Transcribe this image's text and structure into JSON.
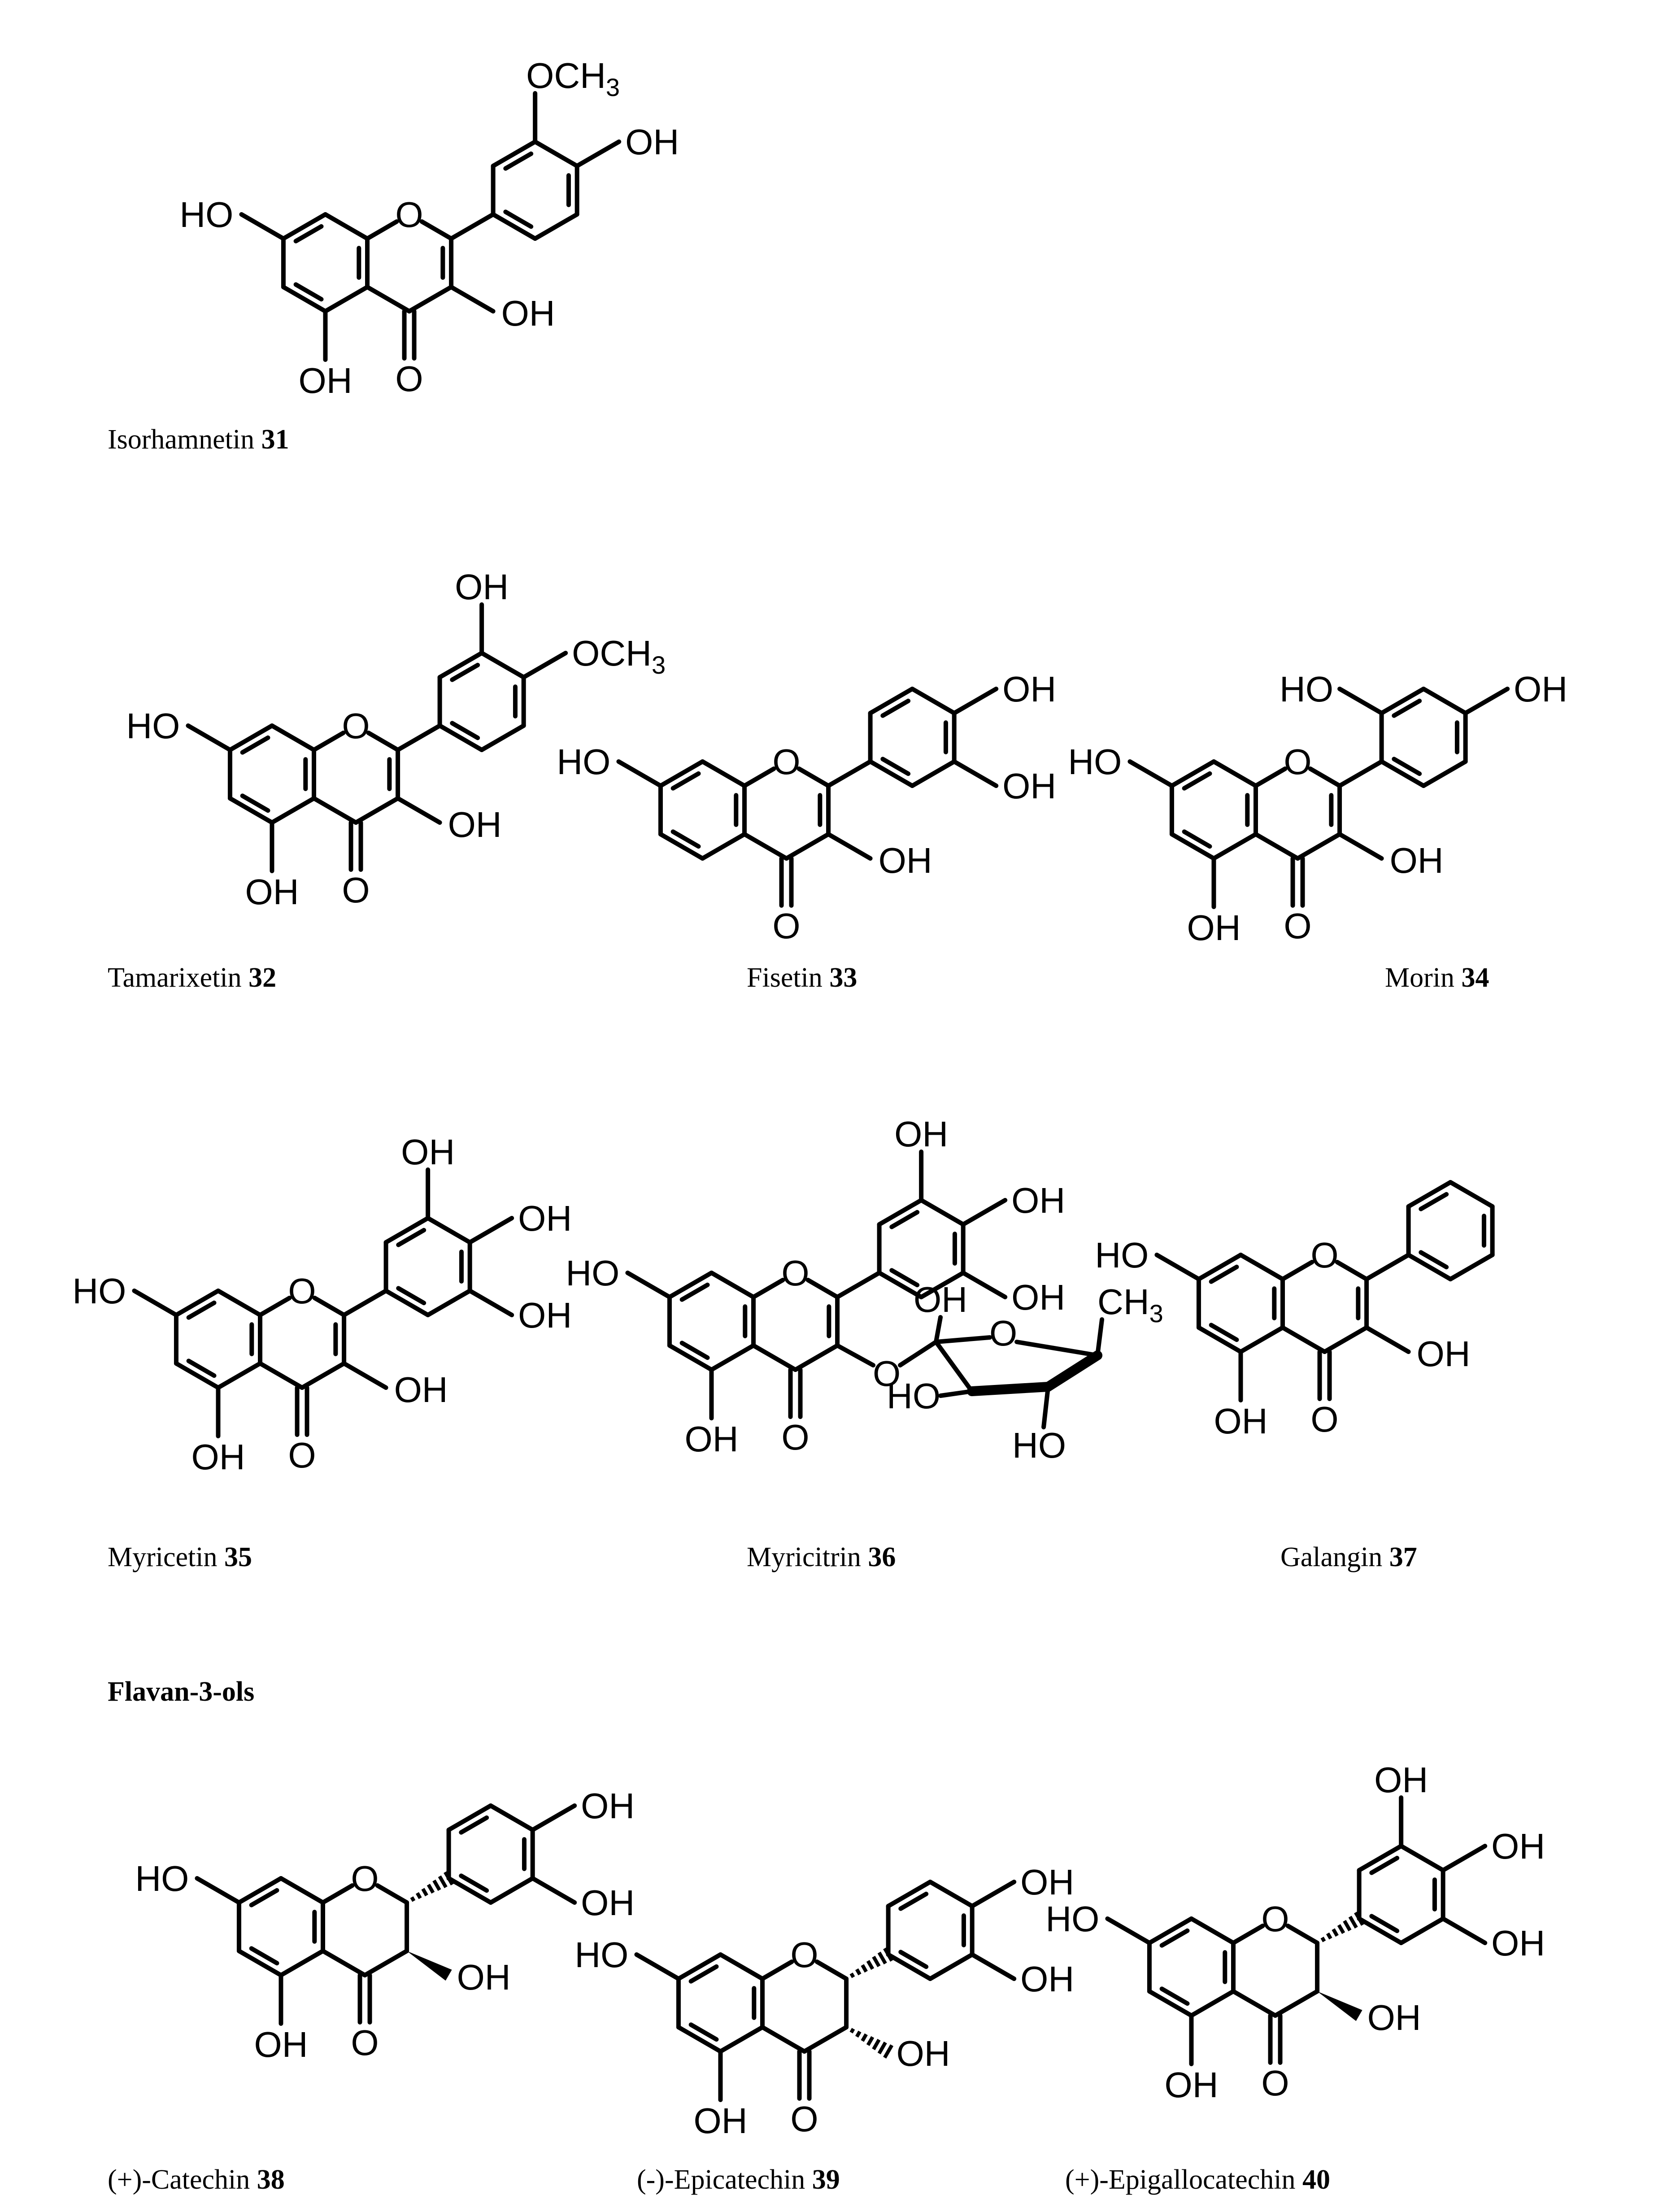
{
  "labels": {
    "ho": "HO",
    "oh": "OH",
    "o": "O",
    "och3": "OCH",
    "ch3": "CH",
    "sub3": "3"
  },
  "section": {
    "flavanols": "Flavan-3-ols"
  },
  "compounds": [
    {
      "name": "Isorhamnetin",
      "number": "31"
    },
    {
      "name": "Tamarixetin",
      "number": "32"
    },
    {
      "name": "Fisetin",
      "number": "33"
    },
    {
      "name": "Morin",
      "number": "34"
    },
    {
      "name": "Myricetin",
      "number": "35"
    },
    {
      "name": "Myricitrin",
      "number": "36"
    },
    {
      "name": "Galangin",
      "number": "37"
    },
    {
      "name": "(+)-Catechin",
      "number": "38"
    },
    {
      "name": "(-)-Epicatechin",
      "number": "39"
    },
    {
      "name": "(+)-Epigallocatechin",
      "number": "40"
    }
  ]
}
